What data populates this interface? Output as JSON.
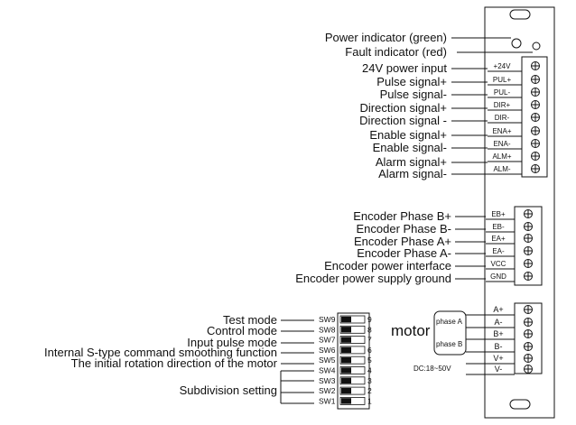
{
  "top_labels": [
    "Power indicator (green)",
    "Fault indicator (red)",
    "24V power input",
    "Pulse signal+",
    "Pulse signal-",
    "Direction signal+",
    "Direction signal -",
    "Enable signal+",
    "Enable signal-",
    "Alarm signal+",
    "Alarm signal-"
  ],
  "top_pins": [
    "+24V",
    "PUL+",
    "PUL-",
    "DIR+",
    "DIR-",
    "ENA+",
    "ENA-",
    "ALM+",
    "ALM-"
  ],
  "encoder_labels": [
    "Encoder Phase B+",
    "Encoder Phase B-",
    "Encoder Phase A+",
    "Encoder Phase A-",
    "Encoder power interface",
    "Encoder power supply ground"
  ],
  "encoder_pins": [
    "EB+",
    "EB-",
    "EA+",
    "EA-",
    "VCC",
    "GND"
  ],
  "motor": {
    "label": "motor",
    "phase_a": "phase A",
    "phase_b": "phase B",
    "pins": [
      "A+",
      "A-",
      "B+",
      "B-",
      "V+",
      "V-"
    ],
    "supply": "DC:18~50V"
  },
  "switch_labels": [
    "Test mode",
    "Control mode",
    "Input pulse mode",
    "Internal S-type command smoothing function",
    "The initial rotation direction of the motor"
  ],
  "subdivision_label": "Subdivision setting",
  "switches": [
    "SW9",
    "SW8",
    "SW7",
    "SW6",
    "SW5",
    "SW4",
    "SW3",
    "SW2",
    "SW1"
  ],
  "switch_numbers": [
    "9",
    "8",
    "7",
    "6",
    "5",
    "4",
    "3",
    "2",
    "1"
  ]
}
